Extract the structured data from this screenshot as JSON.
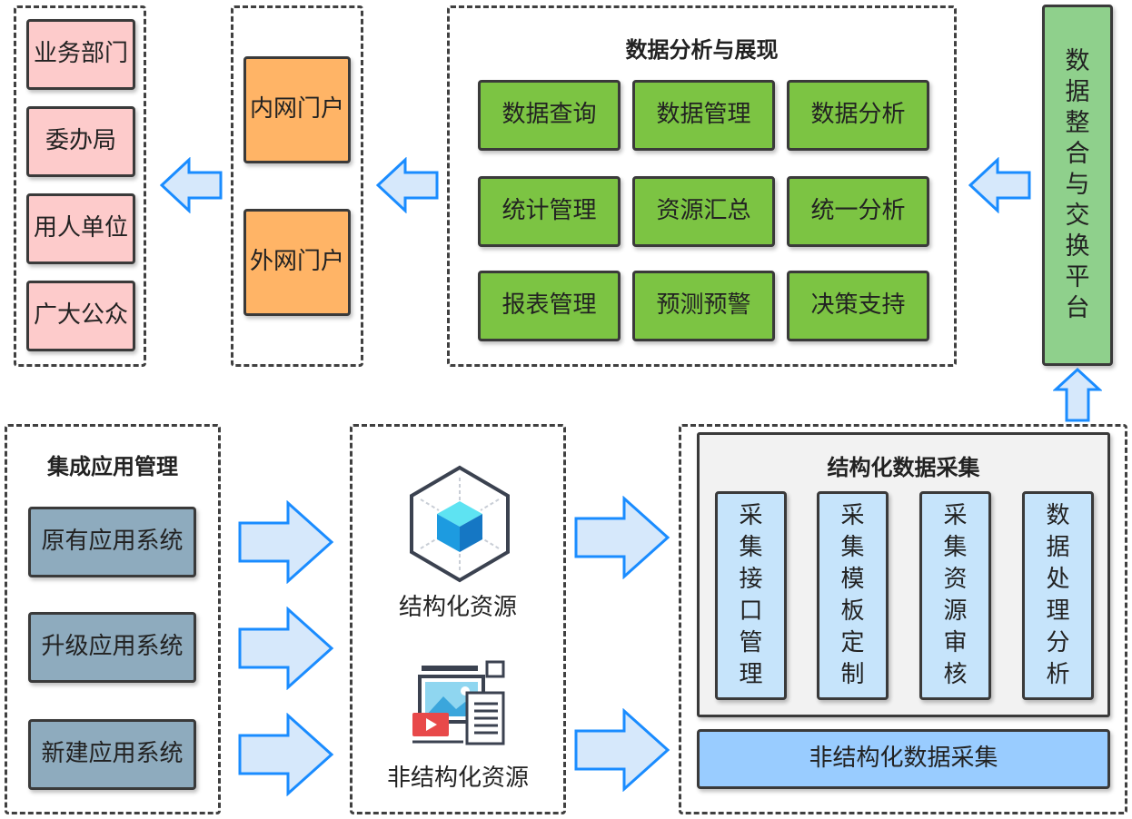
{
  "users_panel": {
    "items": [
      "业务部门",
      "委办局",
      "用人单位",
      "广大公众"
    ]
  },
  "portal_panel": {
    "items": [
      "内网门户",
      "外网门户"
    ]
  },
  "analysis_panel": {
    "title": "数据分析与展现",
    "items": [
      "数据查询",
      "数据管理",
      "数据分析",
      "统计管理",
      "资源汇总",
      "统一分析",
      "报表管理",
      "预测预警",
      "决策支持"
    ]
  },
  "platform": {
    "label": "数据整合与交换平台"
  },
  "app_panel": {
    "title": "集成应用管理",
    "items": [
      "原有应用系统",
      "升级应用系统",
      "新建应用系统"
    ]
  },
  "resource_panel": {
    "structured_label": "结构化资源",
    "unstructured_label": "非结构化资源",
    "structured_icon": "cube-icon",
    "unstructured_icon": "media-document-icon"
  },
  "collection_panel": {
    "title": "结构化数据采集",
    "columns": [
      "采集接口管理",
      "采集模板定制",
      "采集资源审核",
      "数据处理分析"
    ],
    "unstructured_label": "非结构化数据采集"
  },
  "colors": {
    "pink": "#fdcbcb",
    "orange": "#ffb466",
    "green": "#7cc443",
    "platform_green": "#8fd08c",
    "slate": "#8eabbe",
    "light_blue": "#c6e4fb",
    "blue": "#99ccff",
    "arrow_fill": "#d6e8fb",
    "arrow_stroke": "#1a8cff"
  }
}
